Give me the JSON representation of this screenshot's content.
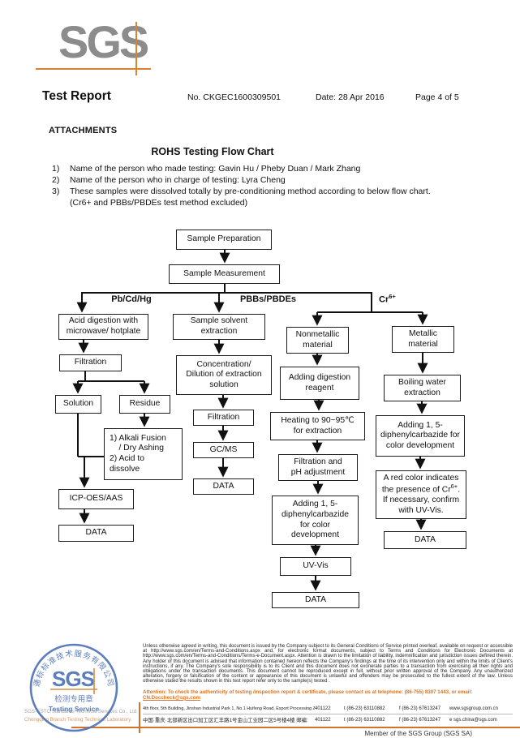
{
  "header": {
    "logo_text": "SGS",
    "title": "Test Report",
    "report_no": "No. CKGEC1600309501",
    "date": "Date: 28 Apr 2016",
    "page": "Page 4 of 5"
  },
  "attachments": {
    "heading": "ATTACHMENTS",
    "chart_title": "ROHS Testing Flow Chart",
    "notes": [
      {
        "num": "1)",
        "text": "Name of the person who made testing: Gavin Hu / Pheby Duan / Mark Zhang"
      },
      {
        "num": "2)",
        "text": "Name of the person who in charge of testing: Lyra Cheng"
      },
      {
        "num": "3)",
        "text": "These samples were dissolved totally by pre-conditioning method according to below flow chart.\n(Cr6+ and PBBs/PBDEs test method excluded)"
      }
    ]
  },
  "flowchart": {
    "branch_labels": {
      "left": "Pb/Cd/Hg",
      "middle": "PBBs/PBDEs",
      "right_base": "Cr",
      "right_sup": "6+"
    },
    "boxes": {
      "sample_prep": "Sample Preparation",
      "sample_meas": "Sample Measurement",
      "acid_digestion": "Acid digestion with\nmicrowave/ hotplate",
      "sample_solvent": "Sample solvent\nextraction",
      "nonmetallic": "Nonmetallic\nmaterial",
      "metallic": "Metallic\nmaterial",
      "filtration_1": "Filtration",
      "concentration": "Concentration/\nDilution of extraction\nsolution",
      "adding_digestion": "Adding digestion\nreagent",
      "boiling_water": "Boiling water\nextraction",
      "solution": "Solution",
      "residue": "Residue",
      "filtration_2": "Filtration",
      "heating": "Heating to 90~95℃\nfor extraction",
      "adding_dpc_metallic": "Adding 1, 5-\ndiphenylcarbazide for\ncolor development",
      "alkali": "1) Alkali Fusion\n    / Dry Ashing\n2) Acid to\ndissolve",
      "gcms": "GC/MS",
      "filtration_ph": "Filtration and\npH adjustment",
      "red_color_p1": "A red color indicates\nthe presence of Cr",
      "red_color_sup": "6+",
      "red_color_p2": ".\nIf necessary, confirm\nwith UV-Vis.",
      "icp": "ICP-OES/AAS",
      "adding_dpc_nonmetallic": "Adding 1, 5-\ndiphenylcarbazide\nfor color\ndevelopment",
      "uvvis": "UV-Vis",
      "data_icp": "DATA",
      "data_gcms": "DATA",
      "data_uvvis": "DATA",
      "data_metallic": "DATA"
    }
  },
  "footer": {
    "disclaimer": "Unless otherwise agreed in writing, this document is issued by the Company subject to its General Conditions of Service printed overleaf, available on request or accessible at http://www.sgs.com/en/Terms-and-Conditions.aspx and, for electronic format documents, subject to Terms and Conditions for Electronic Documents at http://www.sgs.com/en/Terms-and-Conditions/Terms-e-Document.aspx. Attention is drawn to the limitation of liability, indemnification and jurisdiction issues defined therein. Any holder of this document is advised that information contained hereon reflects the Company's findings at the time of its intervention only and within the limits of Client's instructions, if any. The Company's sole responsibility is to its Client and this document does not exonerate parties to a transaction from exercising all their rights and obligations under the transaction documents. This document cannot be reproduced except in full, without prior written approval of the Company. Any unauthorized alteration, forgery or falsification of the content or appearance of this document is unlawful and offenders may be prosecuted to the fullest extent of the law. Unless otherwise stated the results shown in this test report refer only to the sample(s) tested .",
    "attention_prefix": "Attention: To check the authenticity of testing /inspection report & certificate, please contact us at telephone: (86-755) 8307 1443, or email: ",
    "attention_email": "CN.Doccheck@sgs.com",
    "company_line1": "SGS-CSTC Standards Technical Services Co., Ltd.",
    "company_line2": "Chongqing Branch Testing Technical Laboratory.",
    "address_en": "4th floor, 5th Building, Jinshan Industrial Park 1, No.1 Huifeng Road, Export Processing Zone, Northern New District, Chongqing, China",
    "zip_en": "401122",
    "address_cn": "中国·重庆·北部新区出口加工区汇丰路1号金山工业园二区5号楼4楼 邮编:",
    "zip_cn": "401122",
    "tel": "t (86-23) 63110882",
    "fax": "f (86-23) 67613247",
    "web": "www.sgsgroup.com.cn",
    "email": "e sgs.china@sgs.com",
    "member": "Member of the SGS Group (SGS SA)",
    "stamp": {
      "arc_text": "通标标准技术服务有限公司",
      "sgs": "SGS",
      "cn_label": "检测专用章",
      "en_label": "Testing Service"
    },
    "colors": {
      "accent_orange": "#d9822f",
      "stamp_blue": "#4f74b8"
    }
  }
}
